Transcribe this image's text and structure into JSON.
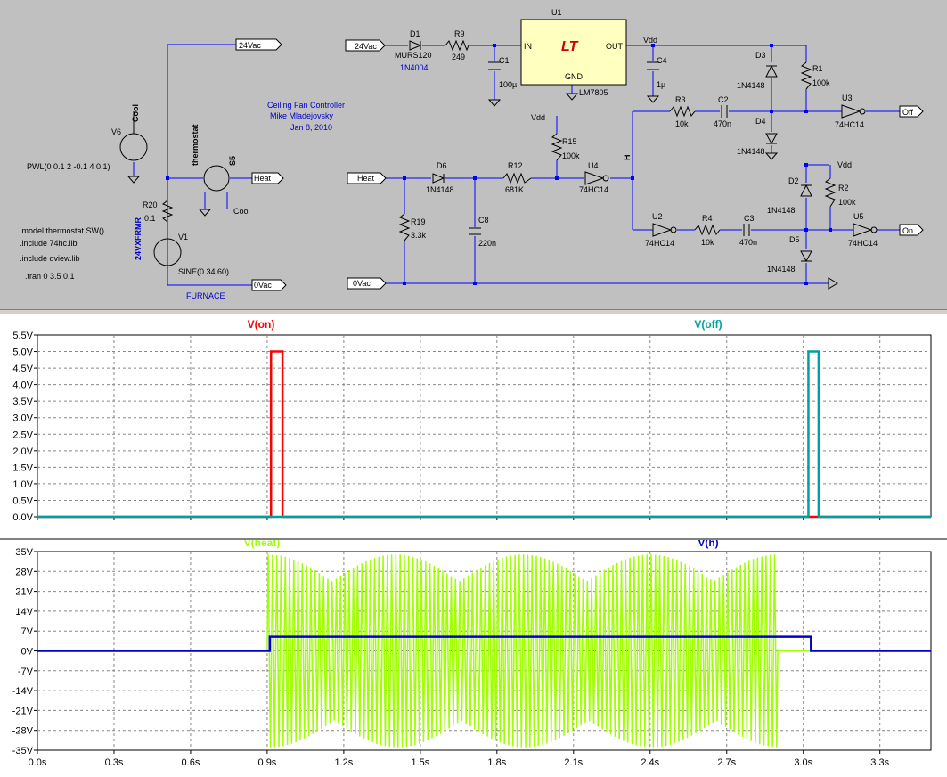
{
  "schematic": {
    "title": [
      "Ceiling Fan Controller",
      "Mike Mladejovsky",
      "Jan 8, 2010"
    ],
    "directives": [
      ".model thermostat SW()",
      ".include 74hc.lib",
      ".include dview.lib",
      ".tran 0 3.5 0.1"
    ],
    "labels": {
      "v6_name": "V6",
      "v6_value": "Cool",
      "v6_pwl": "PWL(0 0.1 2 -0.1 4 0.1)",
      "r20_name": "R20",
      "r20_value": "0.1",
      "v1_name": "V1",
      "v1_value": "SINE(0 34 60)",
      "v1_label": "24VXFRMR",
      "therm_label": "thermostat",
      "s5_name": "S5",
      "cool_label": "Cool",
      "furnace": "FURNACE",
      "net_24vac": "24Vac",
      "net_heat": "Heat",
      "net_0vac": "0Vac",
      "d1_name": "D1",
      "d1_model": "MURS120",
      "d1_alt": "1N4004",
      "r9_name": "R9",
      "r9_value": "249",
      "c1_name": "C1",
      "c1_value": "100µ",
      "u1_name": "U1",
      "u1_in": "IN",
      "u1_out": "OUT",
      "u1_gnd": "GND",
      "u1_model": "LM7805",
      "c4_name": "C4",
      "c4_value": "1µ",
      "vdd": "Vdd",
      "d3_name": "D3",
      "d3_model": "1N4148",
      "r1_name": "R1",
      "r1_value": "100k",
      "u3_name": "U3",
      "u3_model": "74HC14",
      "net_off": "Off",
      "r3_name": "R3",
      "r3_value": "10k",
      "c2_name": "C2",
      "c2_value": "470n",
      "d4_name": "D4",
      "d4_model": "1N4148",
      "r15_name": "R15",
      "r15_value": "100k",
      "d6_name": "D6",
      "d6_model": "1N4148",
      "r12_name": "R12",
      "r12_value": "681K",
      "u4_name": "U4",
      "u4_model": "74HC14",
      "net_h": "H",
      "r19_name": "R19",
      "r19_value": "3.3k",
      "c8_name": "C8",
      "c8_value": "220n",
      "u2_name": "U2",
      "u2_model": "74HC14",
      "r4_name": "R4",
      "r4_value": "10k",
      "c3_name": "C3",
      "c3_value": "470n",
      "d2_name": "D2",
      "d2_model": "1N4148",
      "r2_name": "R2",
      "r2_value": "100k",
      "d5_name": "D5",
      "d5_model": "1N4148",
      "u5_name": "U5",
      "u5_model": "74HC14",
      "net_on": "On"
    }
  },
  "chart_data": [
    {
      "type": "line",
      "x_ticks": [
        "0.0s",
        "0.3s",
        "0.6s",
        "0.9s",
        "1.2s",
        "1.5s",
        "1.8s",
        "2.1s",
        "2.4s",
        "2.7s",
        "3.0s",
        "3.3s"
      ],
      "y_ticks": [
        "0.0V",
        "0.5V",
        "1.0V",
        "1.5V",
        "2.0V",
        "2.5V",
        "3.0V",
        "3.5V",
        "4.0V",
        "4.5V",
        "5.0V",
        "5.5V"
      ],
      "xlim": [
        0,
        3.5
      ],
      "ylim": [
        0,
        5.5
      ],
      "grid": true,
      "series": [
        {
          "name": "V(on)",
          "color": "#ff0000",
          "x": [
            0,
            0.915,
            0.915,
            0.96,
            0.96,
            3.5
          ],
          "y": [
            0,
            0,
            5.0,
            5.0,
            0,
            0
          ]
        },
        {
          "name": "V(off)",
          "color": "#00a0a0",
          "x": [
            0,
            3.02,
            3.02,
            3.06,
            3.06,
            3.5
          ],
          "y": [
            0,
            0,
            5.0,
            5.0,
            0,
            0
          ]
        }
      ]
    },
    {
      "type": "line",
      "x_ticks": [
        "0.0s",
        "0.3s",
        "0.6s",
        "0.9s",
        "1.2s",
        "1.5s",
        "1.8s",
        "2.1s",
        "2.4s",
        "2.7s",
        "3.0s",
        "3.3s"
      ],
      "y_ticks": [
        "-35V",
        "-28V",
        "-21V",
        "-14V",
        "-7V",
        "0V",
        "7V",
        "14V",
        "21V",
        "28V",
        "35V"
      ],
      "xlim": [
        0,
        3.5
      ],
      "ylim": [
        -35,
        35
      ],
      "grid": true,
      "series": [
        {
          "name": "V(heat)",
          "color": "#a0ff00",
          "x": [
            0,
            0.9,
            0.9,
            2.9,
            2.9,
            3.5
          ],
          "amplitude": 34,
          "frequency": 60
        },
        {
          "name": "V(h)",
          "color": "#0000cc",
          "x": [
            0,
            0.91,
            0.91,
            3.03,
            3.03,
            3.5
          ],
          "y": [
            0,
            0,
            5,
            5,
            0,
            0
          ]
        }
      ]
    }
  ]
}
